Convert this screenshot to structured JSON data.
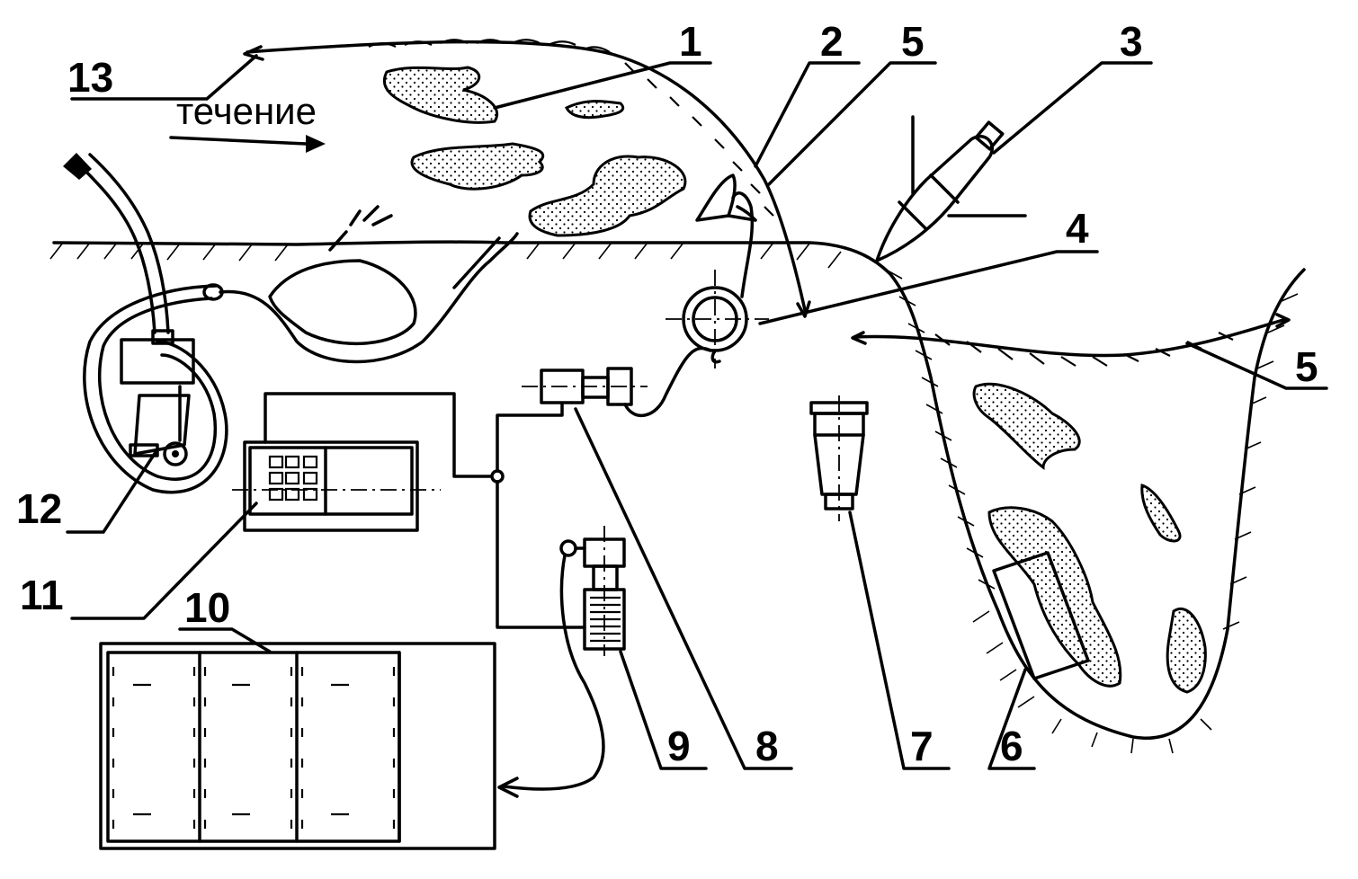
{
  "diagram": {
    "flow_label": "течение",
    "callouts": [
      {
        "id": "c1",
        "text": "1"
      },
      {
        "id": "c2",
        "text": "2"
      },
      {
        "id": "c5a",
        "text": "5"
      },
      {
        "id": "c3",
        "text": "3"
      },
      {
        "id": "c4",
        "text": "4"
      },
      {
        "id": "c5b",
        "text": "5"
      },
      {
        "id": "c13",
        "text": "13"
      },
      {
        "id": "c12",
        "text": "12"
      },
      {
        "id": "c11",
        "text": "11"
      },
      {
        "id": "c10",
        "text": "10"
      },
      {
        "id": "c9",
        "text": "9"
      },
      {
        "id": "c8",
        "text": "8"
      },
      {
        "id": "c7",
        "text": "7"
      },
      {
        "id": "c6",
        "text": "6"
      }
    ]
  }
}
